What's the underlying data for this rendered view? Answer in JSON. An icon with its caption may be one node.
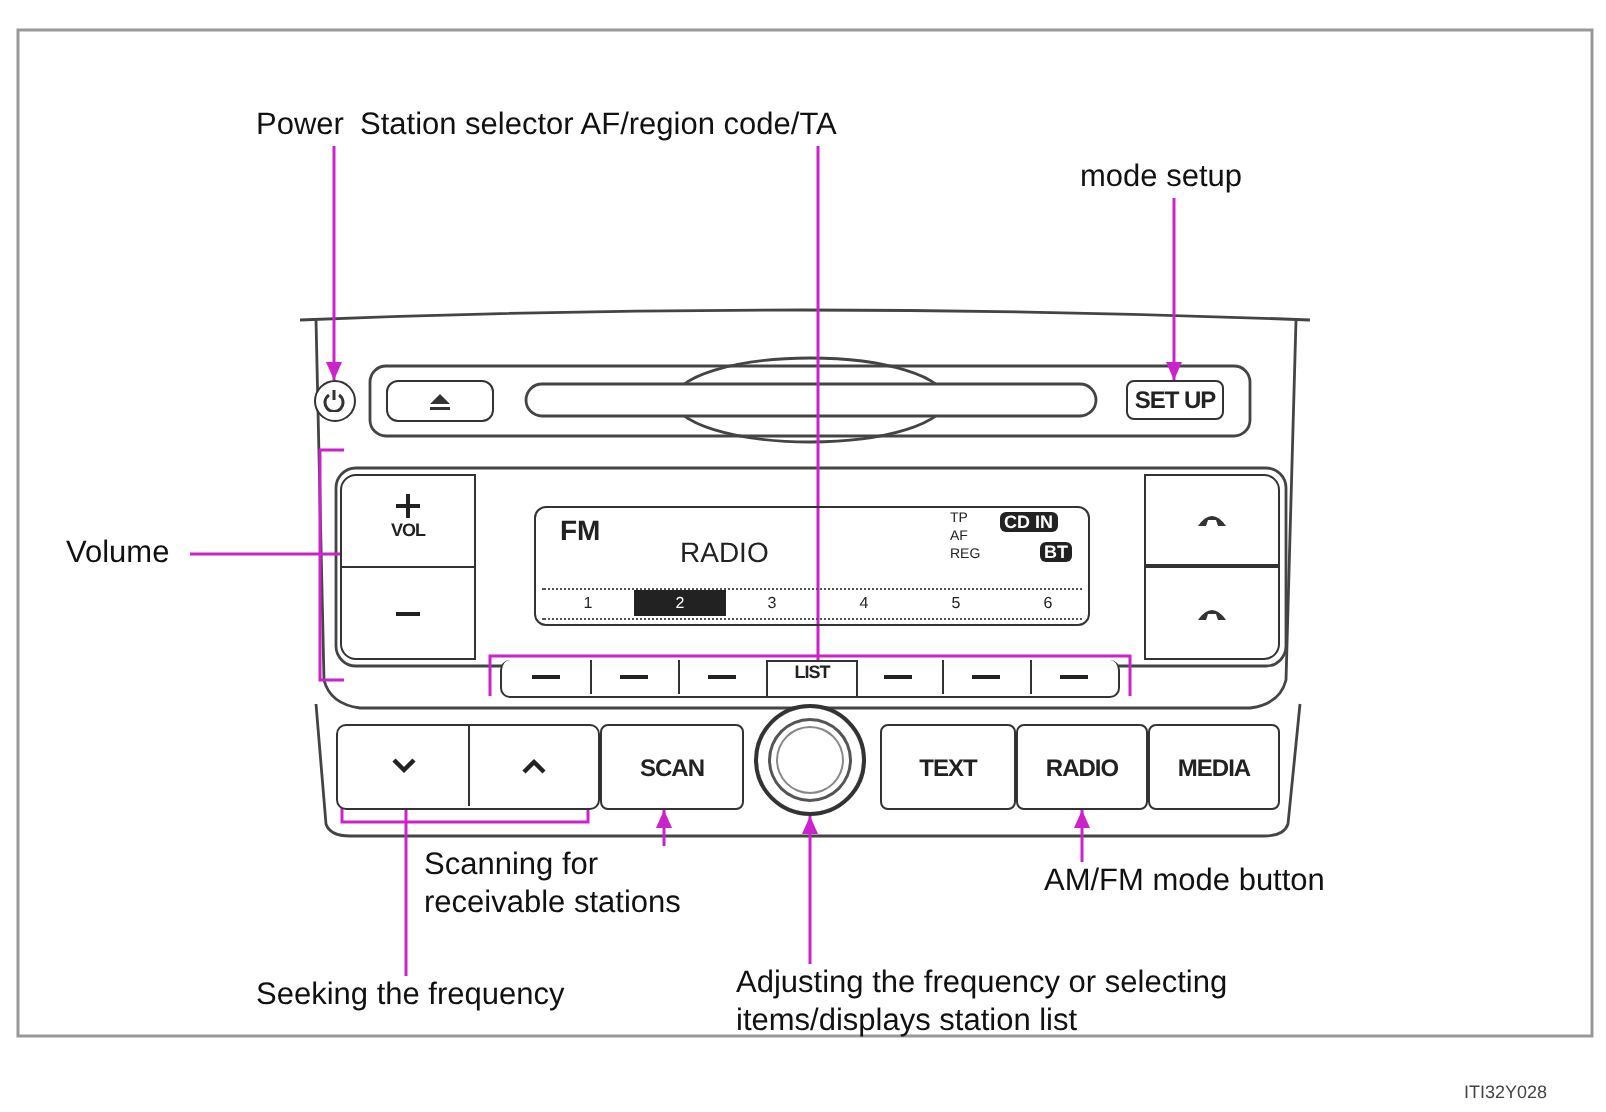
{
  "diagram": {
    "nodes": [
      {
        "text": [
          "Power"
        ]
      },
      {
        "text": [
          "Station selector AF/region code/TA"
        ]
      },
      {
        "text": [
          "mode setup"
        ]
      },
      {
        "text": [
          "Volume"
        ]
      },
      {
        "text": [
          "Scanning for receivable stations"
        ]
      },
      {
        "text": [
          "Seeking the frequency"
        ]
      },
      {
        "text": [
          "Adjusting the frequency or selecting items/displays station list"
        ]
      },
      {
        "text": [
          "AM/FM mode button"
        ]
      },
      {
        "text": [],
        "shape": "circle"
      },
      {
        "text": [
          "SET UP"
        ]
      },
      {
        "text": [
          "VOL"
        ]
      },
      {
        "text": [],
        "shape": "box"
      },
      {
        "text": [
          "LIST"
        ],
        "in": 11
      },
      {
        "text": [],
        "shape": "box"
      },
      {
        "text": [
          "SCAN"
        ]
      },
      {
        "text": [],
        "shape": "circle"
      },
      {
        "text": [
          "TEXT"
        ]
      },
      {
        "text": [
          "RADIO"
        ]
      },
      {
        "text": [
          "MEDIA"
        ]
      },
      {
        "text": [
          "FM",
          "RADIO",
          "TP",
          "AF",
          "REG",
          "CD IN",
          "BT",
          "1",
          "2",
          "3",
          "4",
          "5",
          "6"
        ]
      },
      {
        "text": [],
        "shape": "box"
      },
      {
        "text": [],
        "shape": "box"
      },
      {
        "text": [],
        "shape": "box"
      }
    ],
    "edges": [
      {
        "from": 0,
        "to": 8,
        "arrow": "to"
      },
      {
        "from": 1,
        "to": 11,
        "arrow": "none"
      },
      {
        "from": 2,
        "to": 9,
        "arrow": "to"
      },
      {
        "from": 3,
        "to": 10,
        "arrow": "none"
      },
      {
        "from": 4,
        "to": 14,
        "arrow": "to"
      },
      {
        "from": 5,
        "to": 13,
        "arrow": "none"
      },
      {
        "from": 6,
        "to": 15,
        "arrow": "to"
      },
      {
        "from": 7,
        "to": 17,
        "arrow": "to"
      }
    ],
    "labels": [
      "ITI32Y028"
    ]
  }
}
